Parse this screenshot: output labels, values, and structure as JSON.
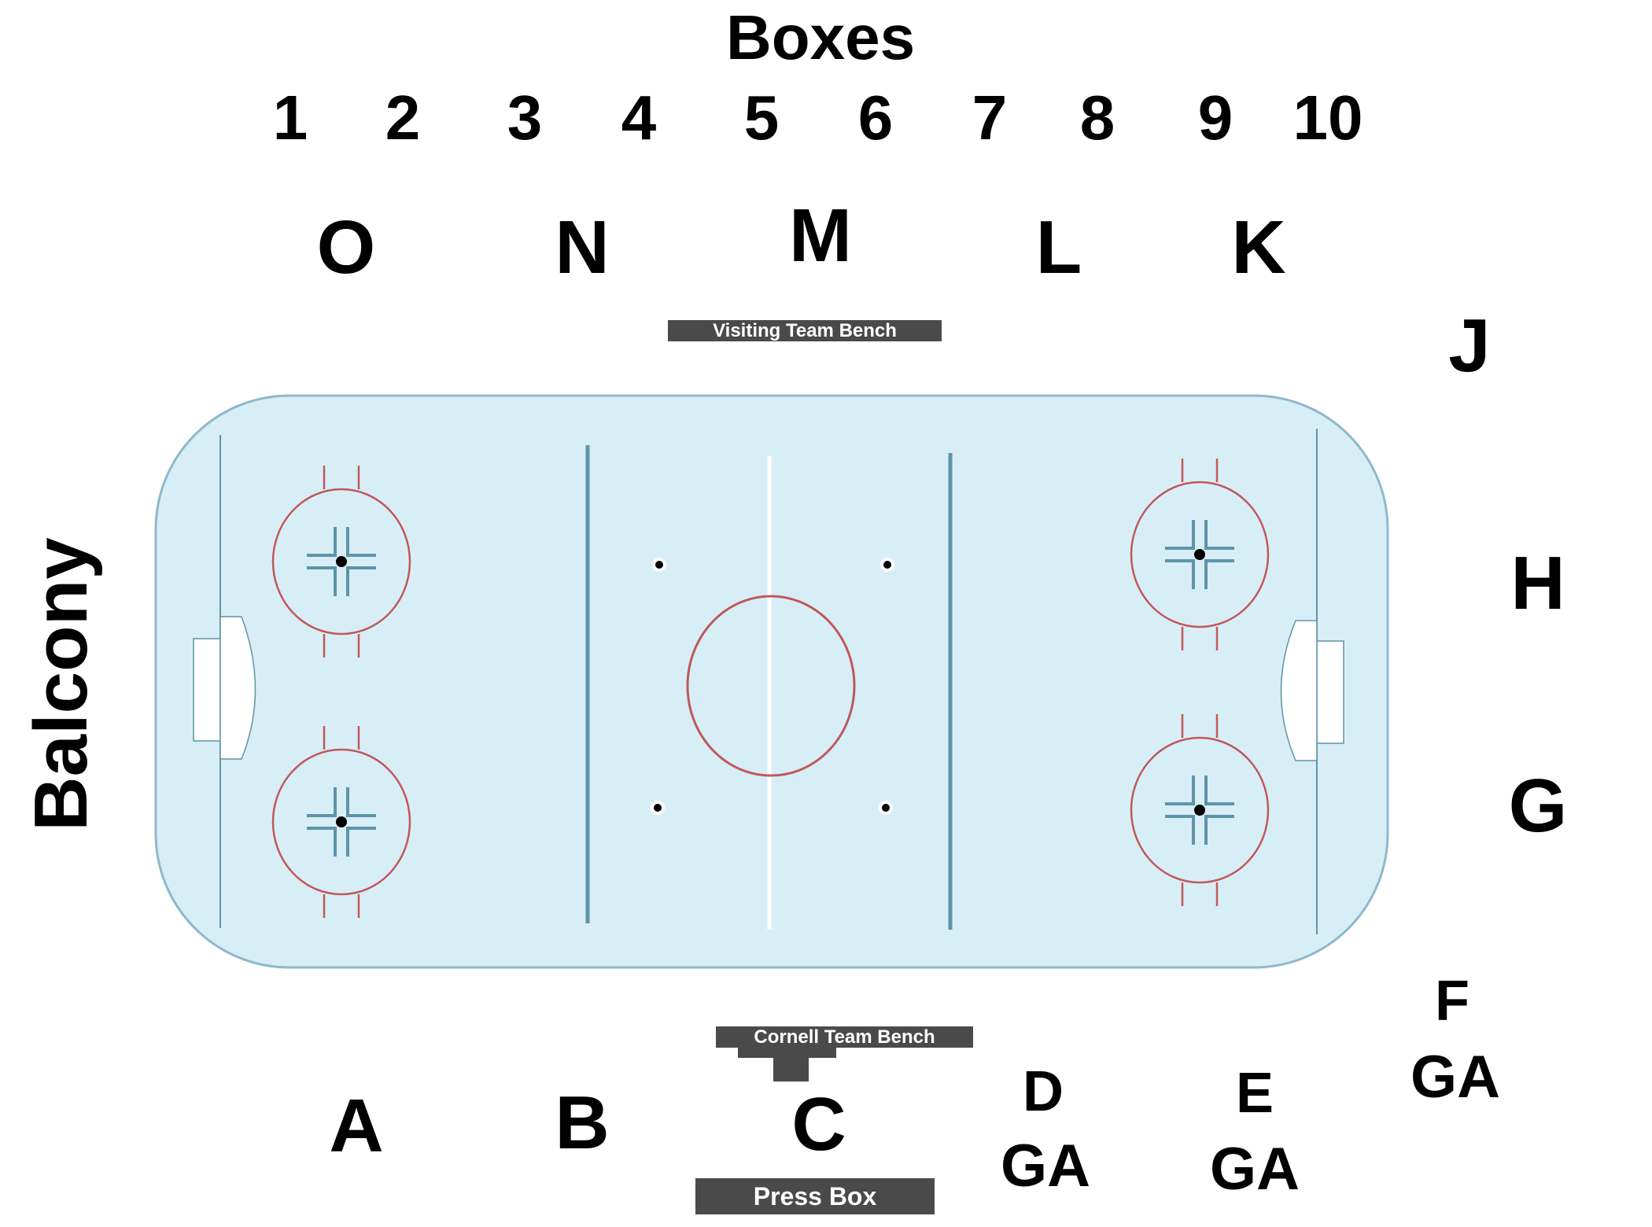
{
  "header": {
    "title": "Boxes"
  },
  "boxes": [
    "1",
    "2",
    "3",
    "4",
    "5",
    "6",
    "7",
    "8",
    "9",
    "10"
  ],
  "sections": {
    "o": "O",
    "n": "N",
    "m": "M",
    "l": "L",
    "k": "K",
    "j": "J",
    "h": "H",
    "g": "G",
    "f": "F",
    "f_ga": "GA",
    "e": "E",
    "e_ga": "GA",
    "d": "D",
    "d_ga": "GA",
    "c": "C",
    "b": "B",
    "a": "A",
    "balcony": "Balcony"
  },
  "benches": {
    "visiting": "Visiting Team Bench",
    "home": "Cornell Team Bench",
    "press": "Press Box"
  },
  "colors": {
    "ice": "#d8eef7",
    "board": "#8fb8cc",
    "blue_line": "#5f93a8",
    "red_line": "#c0585a",
    "bench": "#4a4a4a"
  }
}
